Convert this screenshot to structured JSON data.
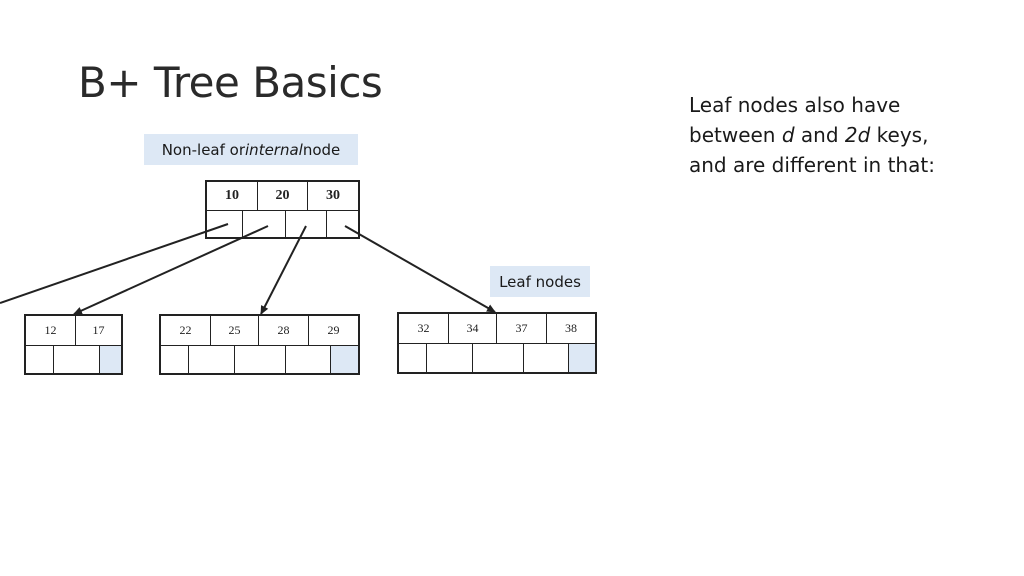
{
  "title": "B+ Tree Basics",
  "side_text": {
    "line1": "Leaf nodes also have",
    "line2_pre": "between ",
    "line2_d": "d",
    "line2_mid": " and ",
    "line2_2d": "2d",
    "line2_post": " keys,",
    "line3": "and are different in that:"
  },
  "internal_label": {
    "pre": "Non-leaf or ",
    "em": "internal",
    "post": " node"
  },
  "leaf_label": "Leaf nodes",
  "internal_node": {
    "keys": [
      "10",
      "20",
      "30"
    ]
  },
  "leaf_nodes": [
    {
      "keys": [
        "12",
        "17"
      ]
    },
    {
      "keys": [
        "22",
        "25",
        "28",
        "29"
      ]
    },
    {
      "keys": [
        "32",
        "34",
        "37",
        "38"
      ]
    }
  ],
  "colors": {
    "highlight": "#dde8f5",
    "line": "#222222"
  }
}
